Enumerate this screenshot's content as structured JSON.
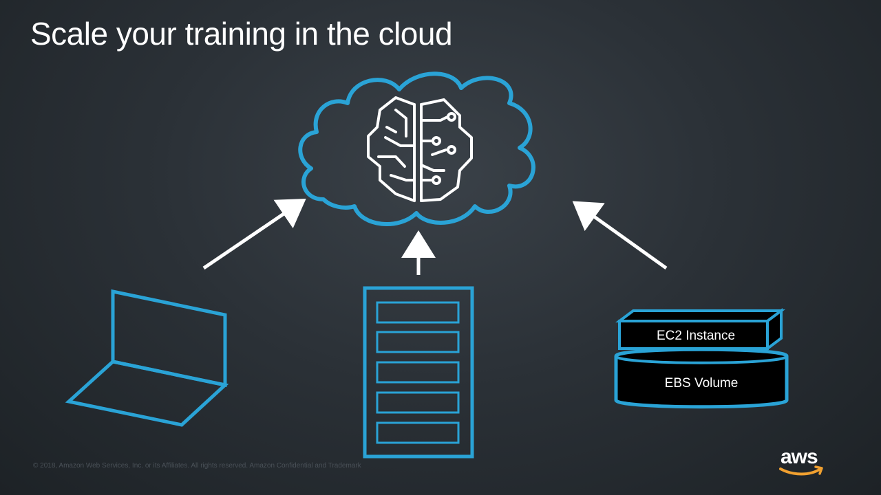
{
  "slide": {
    "title": "Scale your training in the cloud",
    "copyright": "© 2018, Amazon Web Services, Inc. or its Affiliates. All rights reserved. Amazon Confidential and Trademark"
  },
  "diagram": {
    "nodes": [
      {
        "id": "cloud",
        "icon": "brain-circuit-icon",
        "label": ""
      },
      {
        "id": "laptop",
        "icon": "laptop-icon",
        "label": ""
      },
      {
        "id": "server",
        "icon": "server-rack-icon",
        "label": ""
      },
      {
        "id": "ec2",
        "icon": "ec2-instance-icon",
        "label": "EC2 Instance"
      },
      {
        "id": "ebs",
        "icon": "ebs-volume-icon",
        "label": "EBS Volume"
      }
    ],
    "edges": [
      {
        "from": "laptop",
        "to": "cloud"
      },
      {
        "from": "server",
        "to": "cloud"
      },
      {
        "from": "ec2",
        "to": "cloud"
      }
    ]
  },
  "brand": {
    "logo_text": "aws",
    "accent_color": "#2aa3d6",
    "arrow_color": "#ffffff",
    "logo_smile_color": "#f0a030"
  }
}
